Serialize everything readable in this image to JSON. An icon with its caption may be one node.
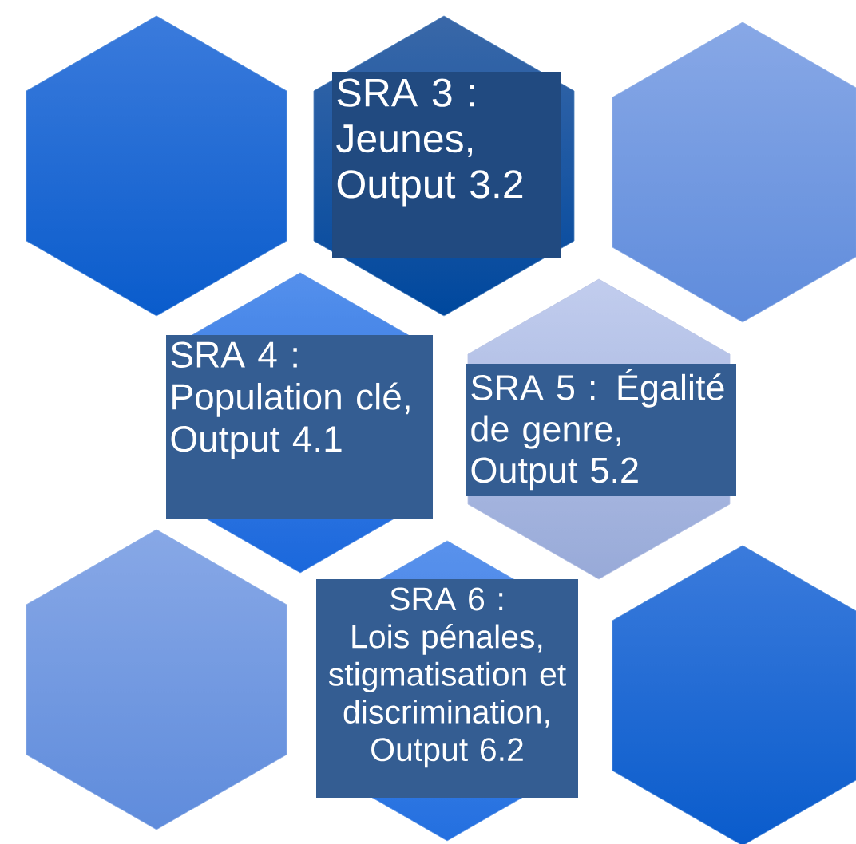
{
  "diagram": {
    "nodes": [
      {
        "text": [],
        "shape": "hexagon"
      },
      {
        "text": [
          "SRA 3 : Jeunes, Output 3.2"
        ]
      },
      {
        "text": [],
        "shape": "hexagon"
      },
      {
        "text": [
          "SRA 4 : Population clé, Output 4.1"
        ]
      },
      {
        "text": [
          "SRA 5 : Égalité de genre, Output 5.2"
        ]
      },
      {
        "text": [],
        "shape": "hexagon"
      },
      {
        "text": [
          "SRA 6 :",
          "Lois pénales, stigmatisation et discrimination, Output 6.2"
        ]
      },
      {
        "text": [],
        "shape": "hexagon"
      }
    ]
  }
}
